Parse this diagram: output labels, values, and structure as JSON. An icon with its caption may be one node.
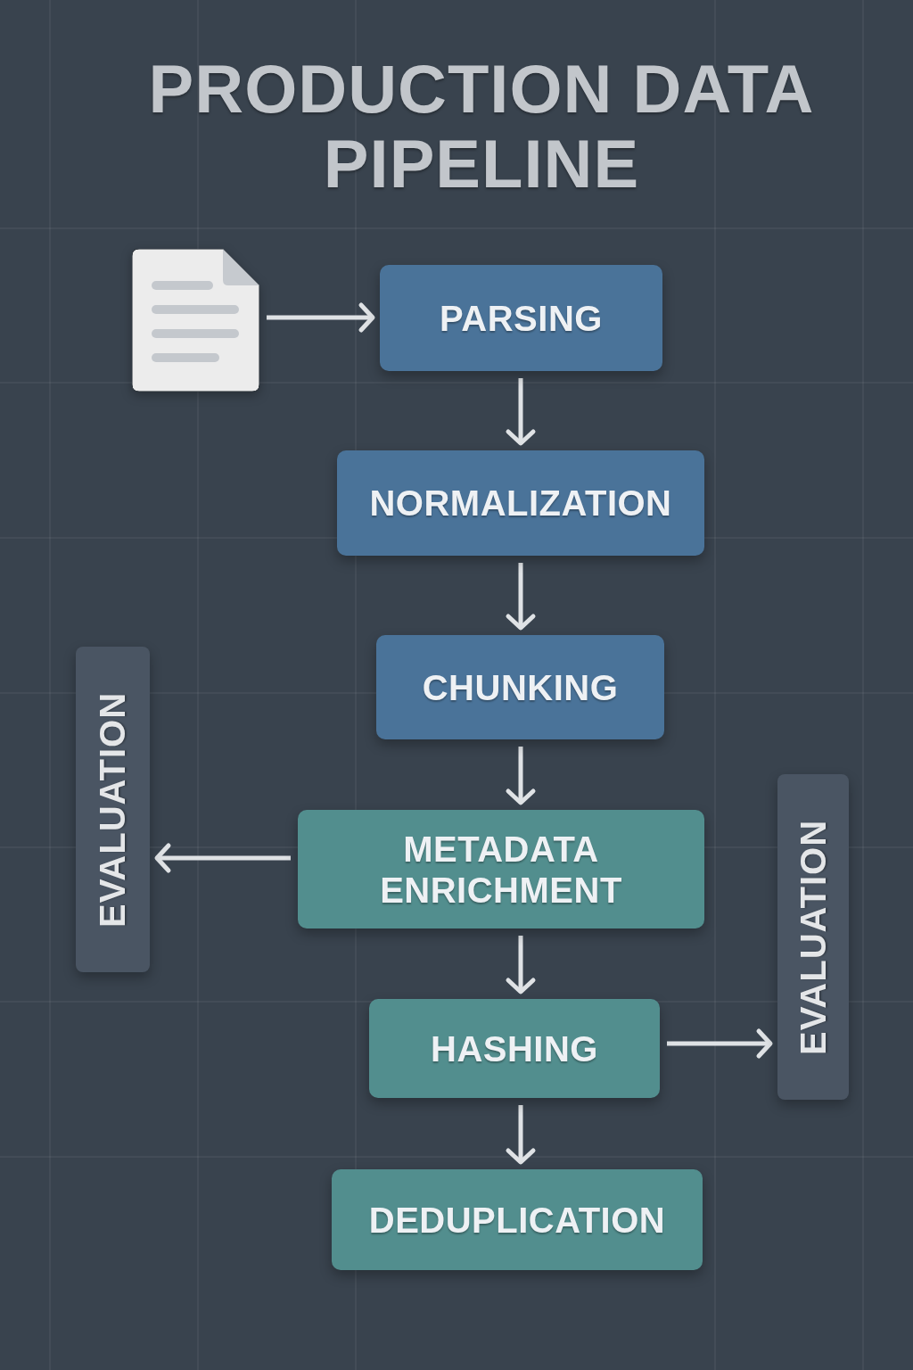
{
  "diagram": {
    "title": "PRODUCTION DATA PIPELINE",
    "nodes": [
      {
        "text": [],
        "shape": "document"
      },
      {
        "text": [
          "PARSING"
        ]
      },
      {
        "text": [
          "NORMALIZATION"
        ]
      },
      {
        "text": [
          "CHUNKING"
        ]
      },
      {
        "text": [
          "METADATA ENRICHMENT"
        ]
      },
      {
        "text": [
          "HASHING"
        ]
      },
      {
        "text": [
          "DEDUPLICATION"
        ]
      },
      {
        "text": [
          "EVALUATION"
        ]
      },
      {
        "text": [
          "EVALUATION"
        ]
      }
    ],
    "edges": [
      {
        "from": 0,
        "to": 1,
        "arrow": "to"
      },
      {
        "from": 1,
        "to": 2,
        "arrow": "to"
      },
      {
        "from": 2,
        "to": 3,
        "arrow": "to"
      },
      {
        "from": 3,
        "to": 4,
        "arrow": "to"
      },
      {
        "from": 4,
        "to": 7,
        "arrow": "to"
      },
      {
        "from": 4,
        "to": 5,
        "arrow": "to"
      },
      {
        "from": 5,
        "to": 8,
        "arrow": "to"
      },
      {
        "from": 5,
        "to": 6,
        "arrow": "to"
      }
    ]
  }
}
